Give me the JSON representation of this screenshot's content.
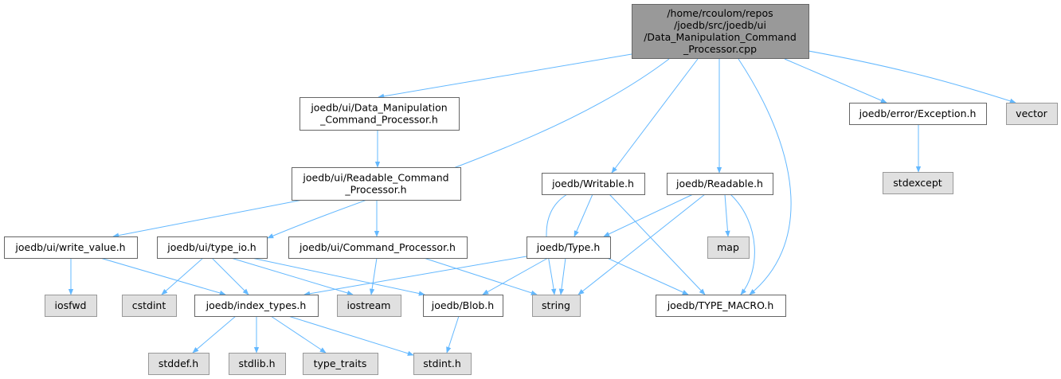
{
  "colors": {
    "edge": "#63b8ff",
    "root_fill": "#999999",
    "root_border": "#666666",
    "project_fill": "#ffffff",
    "project_border": "#666666",
    "system_fill": "#e0e0e0",
    "system_border": "#999999"
  },
  "nodes": {
    "root": {
      "lines": [
        "/home/rcoulom/repos",
        "/joedb/src/joedb/ui",
        "/Data_Manipulation_Command",
        "_Processor.cpp"
      ]
    },
    "dm_cmd_h": {
      "lines": [
        "joedb/ui/Data_Manipulation",
        "_Command_Processor.h"
      ]
    },
    "readable_cmd_h": {
      "lines": [
        "joedb/ui/Readable_Command",
        "_Processor.h"
      ]
    },
    "write_value_h": {
      "lines": [
        "joedb/ui/write_value.h"
      ]
    },
    "type_io_h": {
      "lines": [
        "joedb/ui/type_io.h"
      ]
    },
    "command_processor_h": {
      "lines": [
        "joedb/ui/Command_Processor.h"
      ]
    },
    "writable_h": {
      "lines": [
        "joedb/Writable.h"
      ]
    },
    "readable_h": {
      "lines": [
        "joedb/Readable.h"
      ]
    },
    "type_h": {
      "lines": [
        "joedb/Type.h"
      ]
    },
    "map": {
      "lines": [
        "map"
      ]
    },
    "exception_h": {
      "lines": [
        "joedb/error/Exception.h"
      ]
    },
    "vector": {
      "lines": [
        "vector"
      ]
    },
    "stdexcept": {
      "lines": [
        "stdexcept"
      ]
    },
    "iosfwd": {
      "lines": [
        "iosfwd"
      ]
    },
    "cstdint": {
      "lines": [
        "cstdint"
      ]
    },
    "index_types_h": {
      "lines": [
        "joedb/index_types.h"
      ]
    },
    "iostream": {
      "lines": [
        "iostream"
      ]
    },
    "blob_h": {
      "lines": [
        "joedb/Blob.h"
      ]
    },
    "string": {
      "lines": [
        "string"
      ]
    },
    "type_macro_h": {
      "lines": [
        "joedb/TYPE_MACRO.h"
      ]
    },
    "stddef_h": {
      "lines": [
        "stddef.h"
      ]
    },
    "stdlib_h": {
      "lines": [
        "stdlib.h"
      ]
    },
    "type_traits": {
      "lines": [
        "type_traits"
      ]
    },
    "stdint_h": {
      "lines": [
        "stdint.h"
      ]
    }
  },
  "edges": [
    [
      "root",
      "dm_cmd_h"
    ],
    [
      "root",
      "type_io_h"
    ],
    [
      "root",
      "writable_h"
    ],
    [
      "root",
      "readable_h"
    ],
    [
      "root",
      "type_macro_h"
    ],
    [
      "root",
      "exception_h"
    ],
    [
      "root",
      "vector"
    ],
    [
      "dm_cmd_h",
      "readable_cmd_h"
    ],
    [
      "readable_cmd_h",
      "write_value_h"
    ],
    [
      "readable_cmd_h",
      "command_processor_h"
    ],
    [
      "write_value_h",
      "iosfwd"
    ],
    [
      "write_value_h",
      "index_types_h"
    ],
    [
      "type_io_h",
      "cstdint"
    ],
    [
      "type_io_h",
      "index_types_h"
    ],
    [
      "type_io_h",
      "iostream"
    ],
    [
      "type_io_h",
      "blob_h"
    ],
    [
      "command_processor_h",
      "iostream"
    ],
    [
      "command_processor_h",
      "string"
    ],
    [
      "writable_h",
      "type_h"
    ],
    [
      "writable_h",
      "string"
    ],
    [
      "writable_h",
      "type_macro_h"
    ],
    [
      "readable_h",
      "type_h"
    ],
    [
      "readable_h",
      "map"
    ],
    [
      "readable_h",
      "string"
    ],
    [
      "readable_h",
      "type_macro_h"
    ],
    [
      "type_h",
      "index_types_h"
    ],
    [
      "type_h",
      "blob_h"
    ],
    [
      "type_h",
      "string"
    ],
    [
      "type_h",
      "type_macro_h"
    ],
    [
      "exception_h",
      "stdexcept"
    ],
    [
      "index_types_h",
      "stddef_h"
    ],
    [
      "index_types_h",
      "stdlib_h"
    ],
    [
      "index_types_h",
      "type_traits"
    ],
    [
      "index_types_h",
      "stdint_h"
    ],
    [
      "blob_h",
      "stdint_h"
    ]
  ]
}
